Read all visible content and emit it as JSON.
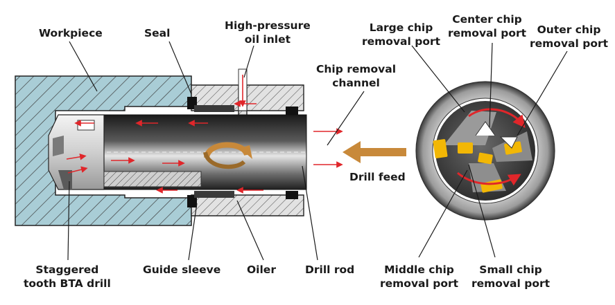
{
  "labels": {
    "workpiece": "Workpiece",
    "seal": "Seal",
    "oil_inlet": [
      "High-pressure",
      "oil inlet"
    ],
    "chip_channel": [
      "Chip removal",
      "channel"
    ],
    "large_port": [
      "Large chip",
      "removal port"
    ],
    "center_port": [
      "Center chip",
      "removal port"
    ],
    "outer_port": [
      "Outer chip",
      "removal port"
    ],
    "drill_feed": "Drill feed",
    "bta_drill": [
      "Staggered",
      "tooth BTA drill"
    ],
    "guide_sleeve": "Guide sleeve",
    "oiler": "Oiler",
    "drill_rod": "Drill rod",
    "middle_port": [
      "Middle chip",
      "removal port"
    ],
    "small_port": [
      "Small chip",
      "removal port"
    ]
  },
  "colors": {
    "workpiece_fill": "#a9cdd6",
    "hatch": "#3d3d3d",
    "oiler_fill": "#dcdcdc",
    "rod_dark": "#1e1e1e",
    "rod_light": "#d8d8d8",
    "flow_arrow": "#e0262a",
    "feed_arrow": "#c8893a",
    "insert": "#f2b705",
    "seal": "#111111"
  }
}
